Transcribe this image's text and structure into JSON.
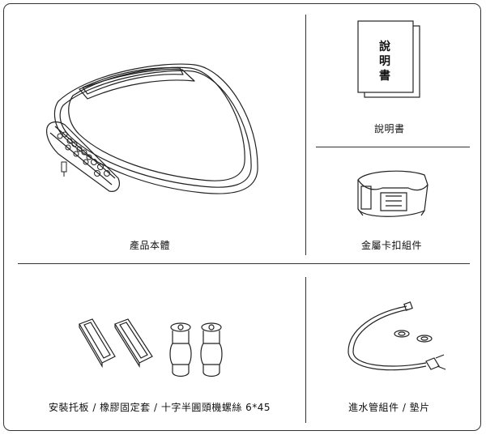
{
  "captions": {
    "main_body": "產品本體",
    "manual": "說明書",
    "metal_clip": "金屬卡扣組件",
    "mounting": "安裝托板 / 橡膠固定套 / 十字半圓頭機螺絲 6*45",
    "water_pipe": "進水管組件 / 墊片"
  },
  "manual_cover": {
    "line1": "說",
    "line2": "明",
    "line3": "書"
  },
  "colors": {
    "border": "#333333",
    "line_art": "#222222"
  }
}
